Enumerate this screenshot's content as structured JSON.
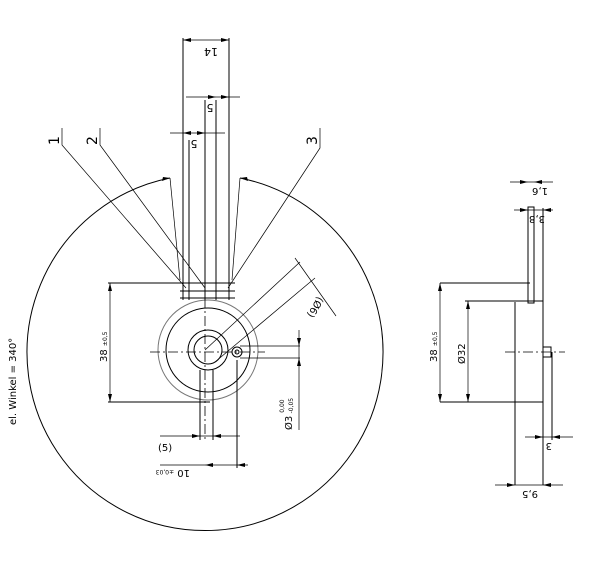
{
  "front_view": {
    "dim_width_total": "14",
    "dim_upper_5": "5",
    "dim_lower_5": "5",
    "callouts": [
      "1",
      "2",
      "3"
    ],
    "dim_height": "38",
    "dim_height_tol": "±0,5",
    "dim_bore_ref": "(Ø6)",
    "dim_hole": "Ø3",
    "dim_hole_tol_upper": "0,00",
    "dim_hole_tol_lower": "-0,05",
    "dim_shaft_ref": "(5)",
    "dim_offset": "10",
    "dim_offset_tol": "±0,03",
    "angle_label": "el. Winkel = 340°"
  },
  "side_view": {
    "dim_thickness": "1,6",
    "dim_depth": "3,8",
    "dim_height": "38",
    "dim_height_tol": "±0,5",
    "dim_diameter": "Ø32",
    "dim_pin": "3",
    "dim_total": "9,5"
  }
}
